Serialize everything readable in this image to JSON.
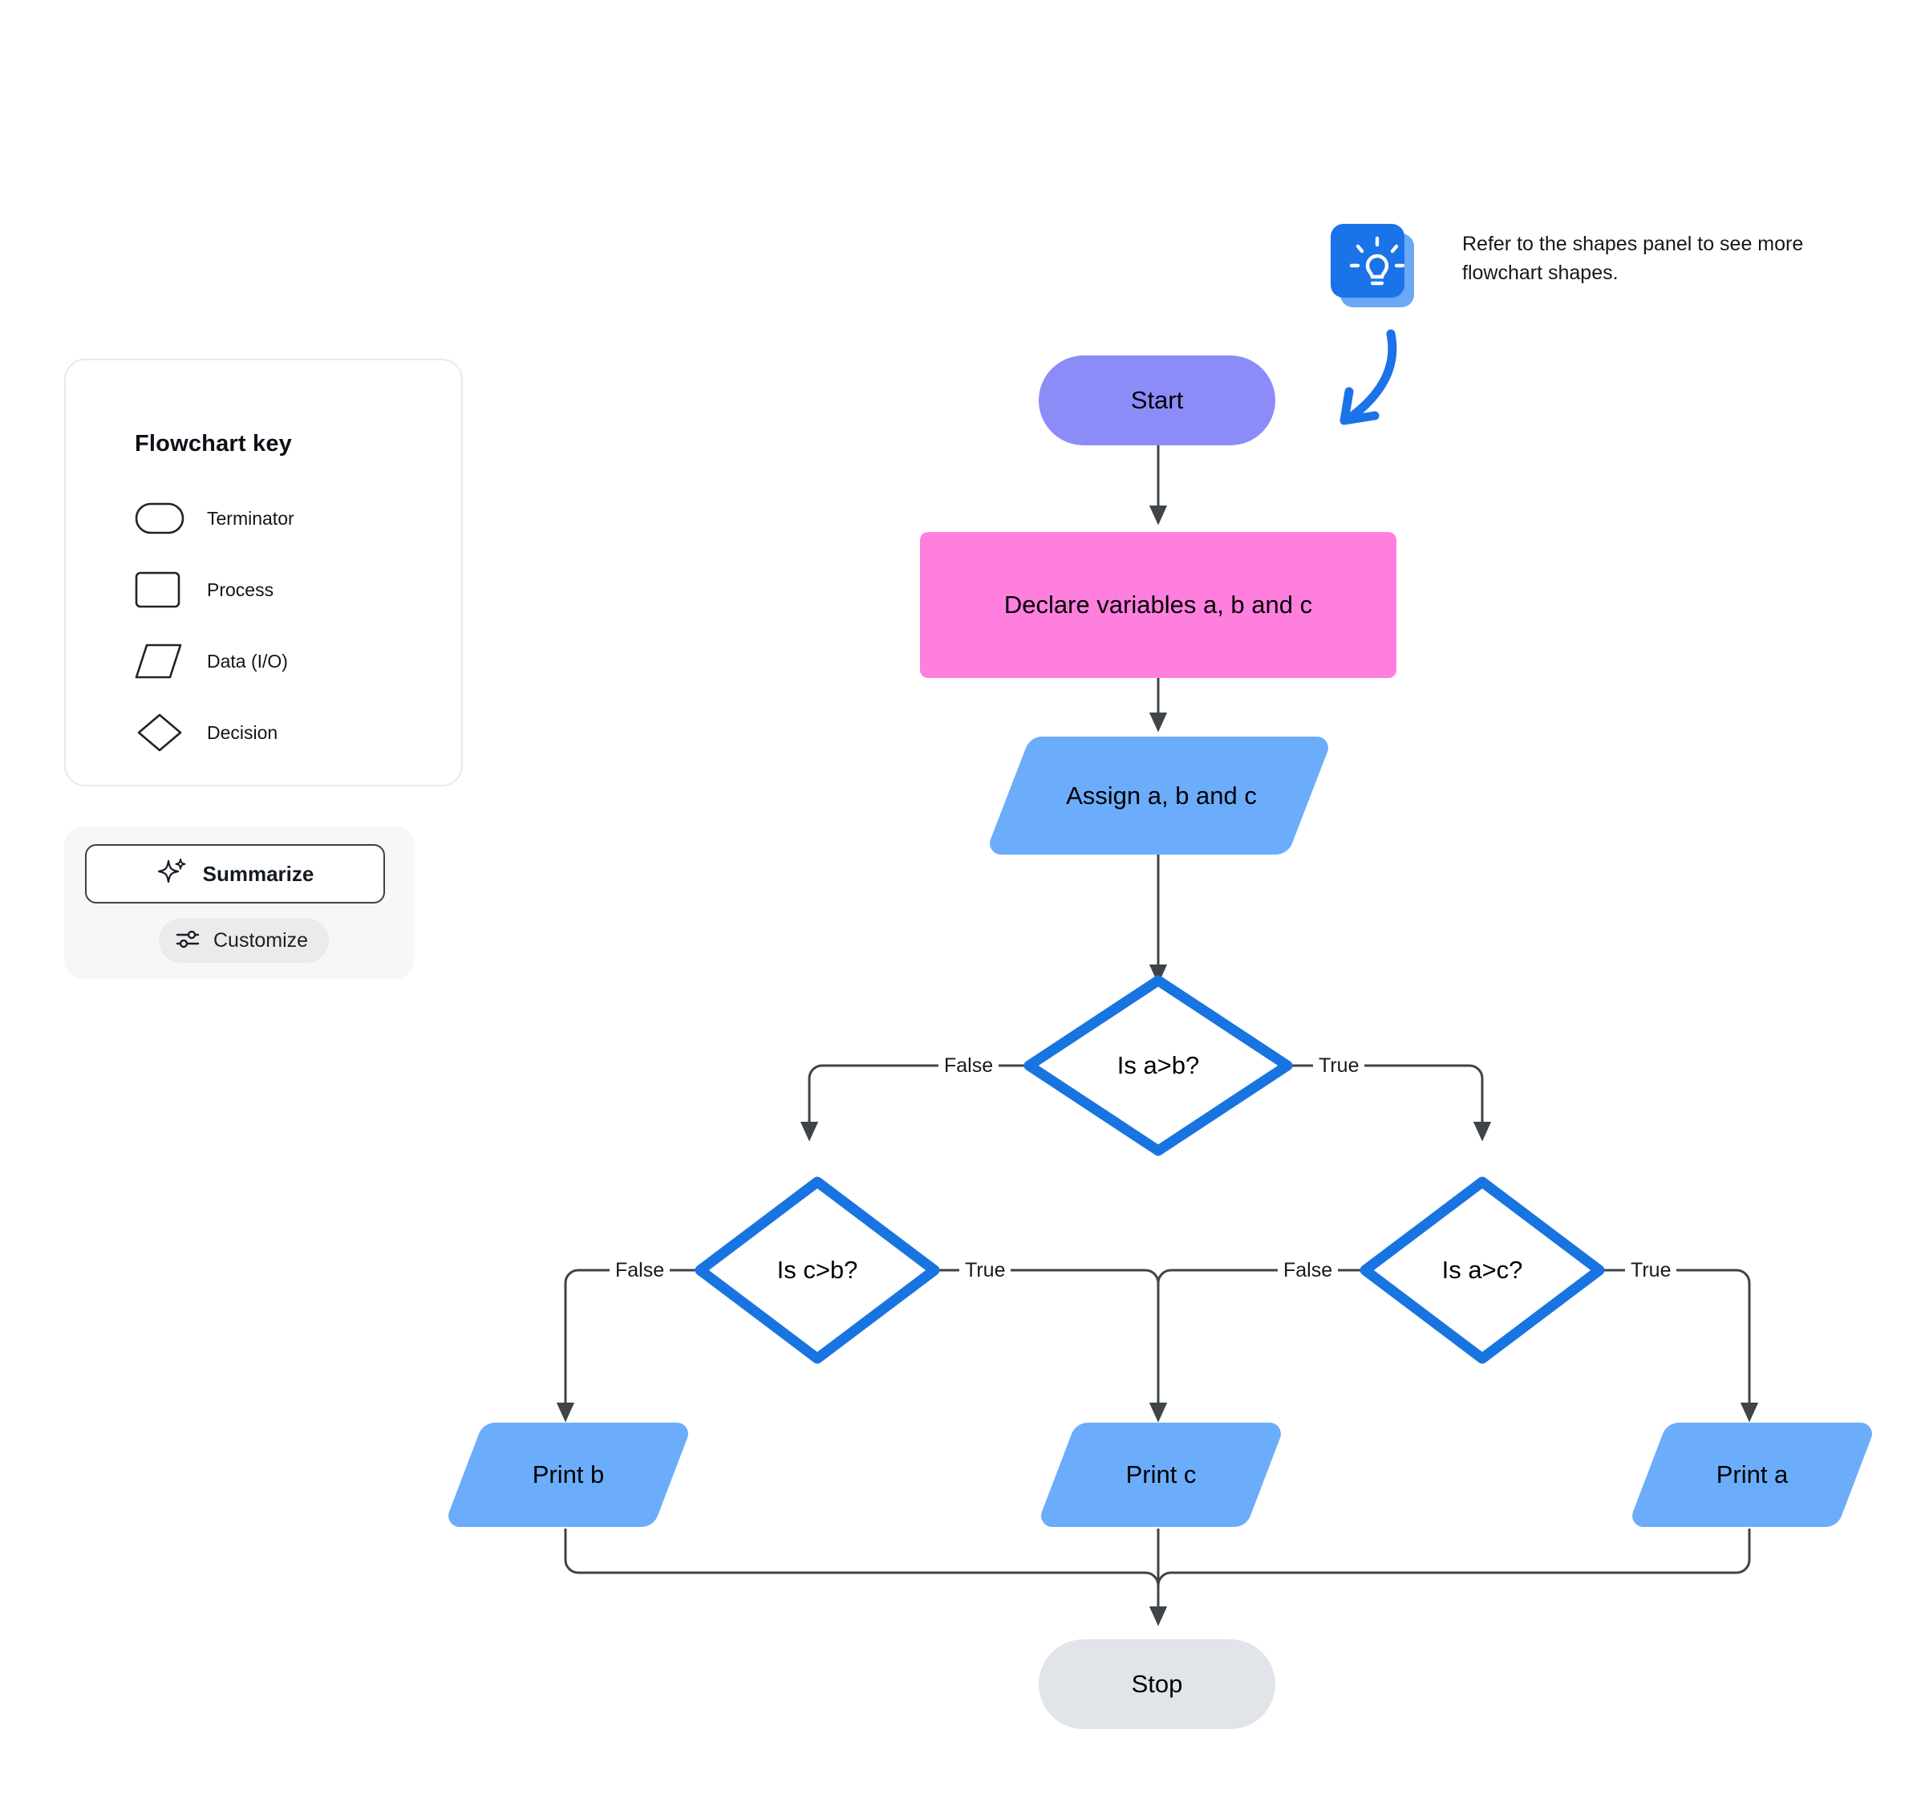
{
  "legend": {
    "title": "Flowchart key",
    "items": [
      {
        "shape": "terminator-shape-icon",
        "label": "Terminator"
      },
      {
        "shape": "process-shape-icon",
        "label": "Process"
      },
      {
        "shape": "data-shape-icon",
        "label": "Data (I/O)"
      },
      {
        "shape": "decision-shape-icon",
        "label": "Decision"
      }
    ]
  },
  "ai_panel": {
    "summarize_label": "Summarize",
    "customize_label": "Customize"
  },
  "tip": {
    "text": "Refer to the shapes panel to see more flowchart shapes.",
    "icon": "lightbulb-icon",
    "arrow": "curved-arrow-icon"
  },
  "colors": {
    "start_fill": "#8C8CF9",
    "process_fill": "#FF7FDE",
    "data_fill": "#6BADFA",
    "decision_stroke": "#1874E0",
    "stop_fill": "#E1E4E8",
    "connector": "#3f4449",
    "tip_blue": "#1A73E8",
    "tip_blue_light": "#6BA8F5",
    "panel_border": "#E7E9EE",
    "chip_bg": "#EBEBEC"
  },
  "chart_data": {
    "type": "diagram",
    "title": "Flowchart: find the largest of three variables",
    "nodes": [
      {
        "id": "start",
        "label": "Start",
        "shape": "terminator",
        "fill": "#8C8CF9"
      },
      {
        "id": "declare",
        "label": "Declare variables a, b and c",
        "shape": "process",
        "fill": "#FF7FDE"
      },
      {
        "id": "assign",
        "label": "Assign a, b and c",
        "shape": "data",
        "fill": "#6BADFA"
      },
      {
        "id": "d_ab",
        "label": "Is a>b?",
        "shape": "decision",
        "fill": "none"
      },
      {
        "id": "d_cb",
        "label": "Is c>b?",
        "shape": "decision",
        "fill": "none"
      },
      {
        "id": "d_ac",
        "label": "Is a>c?",
        "shape": "decision",
        "fill": "none"
      },
      {
        "id": "print_b",
        "label": "Print b",
        "shape": "data",
        "fill": "#6BADFA"
      },
      {
        "id": "print_c",
        "label": "Print c",
        "shape": "data",
        "fill": "#6BADFA"
      },
      {
        "id": "print_a",
        "label": "Print a",
        "shape": "data",
        "fill": "#6BADFA"
      },
      {
        "id": "stop",
        "label": "Stop",
        "shape": "terminator",
        "fill": "#E1E4E8"
      }
    ],
    "edges": [
      {
        "from": "start",
        "to": "declare",
        "label": ""
      },
      {
        "from": "declare",
        "to": "assign",
        "label": ""
      },
      {
        "from": "assign",
        "to": "d_ab",
        "label": ""
      },
      {
        "from": "d_ab",
        "to": "d_cb",
        "label": "False"
      },
      {
        "from": "d_ab",
        "to": "d_ac",
        "label": "True"
      },
      {
        "from": "d_cb",
        "to": "print_b",
        "label": "False"
      },
      {
        "from": "d_cb",
        "to": "print_c",
        "label": "True"
      },
      {
        "from": "d_ac",
        "to": "print_c",
        "label": "False"
      },
      {
        "from": "d_ac",
        "to": "print_a",
        "label": "True"
      },
      {
        "from": "print_b",
        "to": "stop",
        "label": ""
      },
      {
        "from": "print_c",
        "to": "stop",
        "label": ""
      },
      {
        "from": "print_a",
        "to": "stop",
        "label": ""
      }
    ]
  },
  "flow": {
    "start": "Start",
    "declare": "Declare variables a, b and c",
    "assign": "Assign a, b and c",
    "d_ab": "Is a>b?",
    "d_cb": "Is c>b?",
    "d_ac": "Is a>c?",
    "print_b": "Print b",
    "print_c": "Print c",
    "print_a": "Print a",
    "stop": "Stop",
    "labels": {
      "ab_false": "False",
      "ab_true": "True",
      "cb_false": "False",
      "cb_true": "True",
      "ac_false": "False",
      "ac_true": "True"
    }
  }
}
